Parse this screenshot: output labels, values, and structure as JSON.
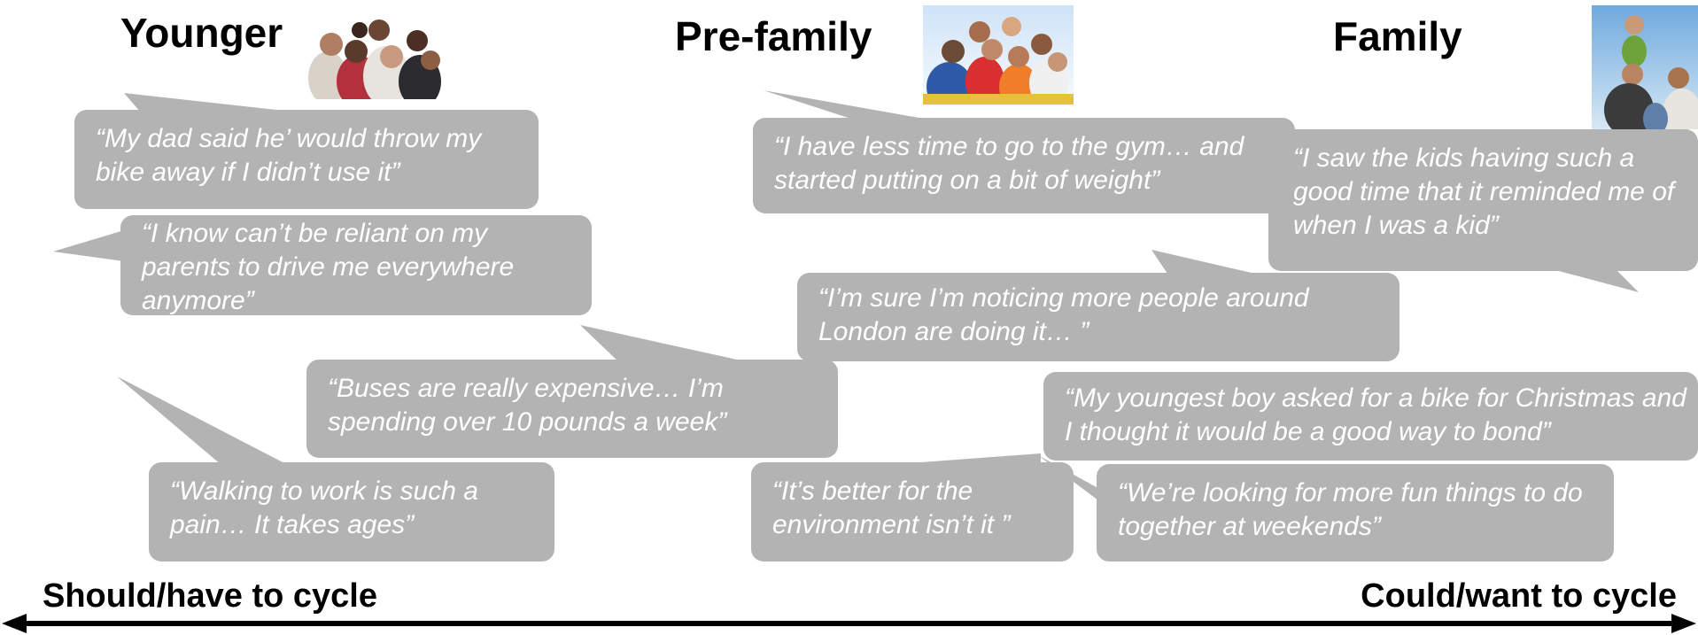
{
  "stages": {
    "younger": "Younger",
    "pre_family": "Pre-family",
    "family": "Family"
  },
  "photos": {
    "younger": "group-of-teenagers-photo",
    "pre_family": "group-of-young-adults-photo",
    "family": "family-with-child-photo"
  },
  "quotes": {
    "dad_bike": "“My dad said he’ would throw my bike away if I didn’t use it”",
    "reliant_parents": "“I know can’t be reliant on my parents to drive me everywhere anymore”",
    "buses": "“Buses are really expensive… I’m spending over 10 pounds a week”",
    "walking": "“Walking to work is such a pain… It takes ages”",
    "gym": "“I have less time to go to the gym… and started putting on a bit of weight”",
    "noticing": "“I’m sure I’m noticing more people around London are doing it… ”",
    "environment": "“It’s better for the environment isn’t it ”",
    "kids": "“I saw the kids having such a good time that it reminded me of when I was a kid”",
    "youngest_boy": "“My youngest boy asked for a bike for Christmas and I thought it would be a good way to bond”",
    "fun_things": "“We’re looking for more fun things to do together at weekends”"
  },
  "axis": {
    "left_label": "Should/have to cycle",
    "right_label": "Could/want to cycle"
  },
  "colors": {
    "bubble": "#b3b3b3",
    "bubble_text": "#ffffff",
    "text": "#000000"
  }
}
